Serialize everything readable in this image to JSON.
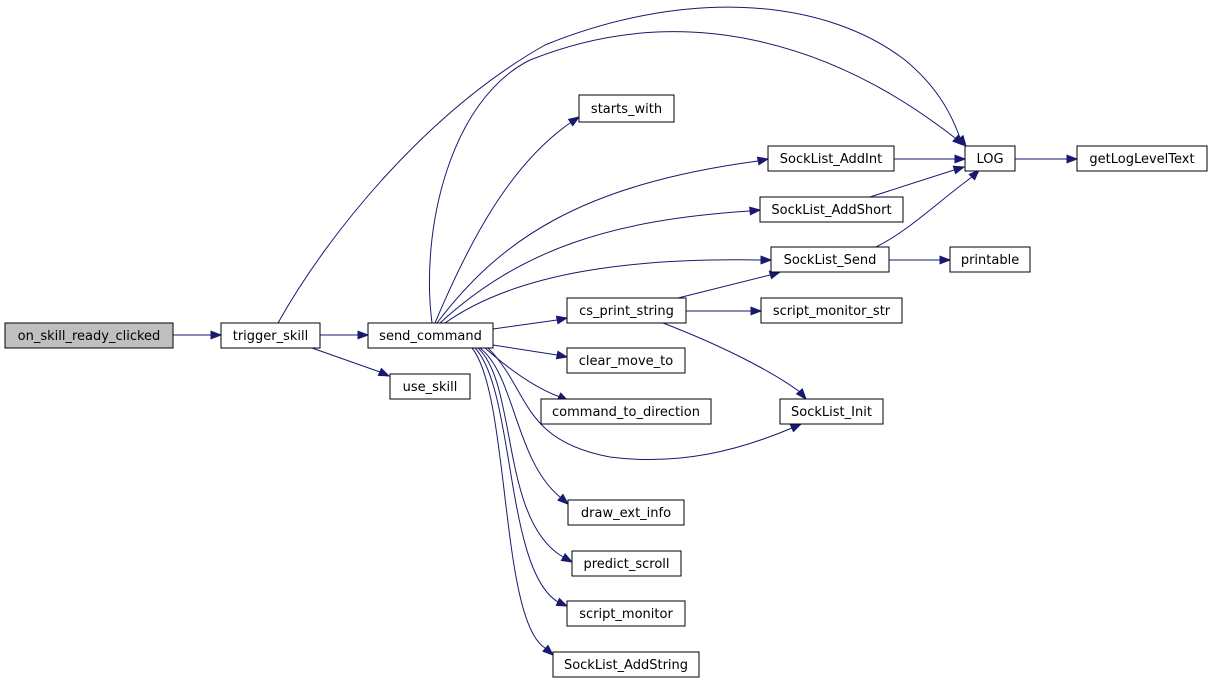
{
  "call_graph": {
    "root": "on_skill_ready_clicked",
    "nodes": [
      {
        "id": "on_skill_ready_clicked",
        "label": "on_skill_ready_clicked",
        "highlighted": true
      },
      {
        "id": "trigger_skill",
        "label": "trigger_skill"
      },
      {
        "id": "send_command",
        "label": "send_command"
      },
      {
        "id": "use_skill",
        "label": "use_skill"
      },
      {
        "id": "LOG",
        "label": "LOG"
      },
      {
        "id": "getLogLevelText",
        "label": "getLogLevelText"
      },
      {
        "id": "starts_with",
        "label": "starts_with"
      },
      {
        "id": "SockList_AddInt",
        "label": "SockList_AddInt"
      },
      {
        "id": "SockList_AddShort",
        "label": "SockList_AddShort"
      },
      {
        "id": "SockList_Send",
        "label": "SockList_Send"
      },
      {
        "id": "printable",
        "label": "printable"
      },
      {
        "id": "cs_print_string",
        "label": "cs_print_string"
      },
      {
        "id": "script_monitor_str",
        "label": "script_monitor_str"
      },
      {
        "id": "clear_move_to",
        "label": "clear_move_to"
      },
      {
        "id": "command_to_direction",
        "label": "command_to_direction"
      },
      {
        "id": "SockList_Init",
        "label": "SockList_Init"
      },
      {
        "id": "draw_ext_info",
        "label": "draw_ext_info"
      },
      {
        "id": "predict_scroll",
        "label": "predict_scroll"
      },
      {
        "id": "script_monitor",
        "label": "script_monitor"
      },
      {
        "id": "SockList_AddString",
        "label": "SockList_AddString"
      }
    ],
    "edges": [
      {
        "from": "on_skill_ready_clicked",
        "to": "trigger_skill"
      },
      {
        "from": "trigger_skill",
        "to": "send_command"
      },
      {
        "from": "trigger_skill",
        "to": "use_skill"
      },
      {
        "from": "trigger_skill",
        "to": "LOG"
      },
      {
        "from": "send_command",
        "to": "LOG"
      },
      {
        "from": "send_command",
        "to": "starts_with"
      },
      {
        "from": "send_command",
        "to": "SockList_AddInt"
      },
      {
        "from": "send_command",
        "to": "SockList_AddShort"
      },
      {
        "from": "send_command",
        "to": "SockList_Send"
      },
      {
        "from": "send_command",
        "to": "cs_print_string"
      },
      {
        "from": "send_command",
        "to": "clear_move_to"
      },
      {
        "from": "send_command",
        "to": "command_to_direction"
      },
      {
        "from": "send_command",
        "to": "SockList_Init"
      },
      {
        "from": "send_command",
        "to": "draw_ext_info"
      },
      {
        "from": "send_command",
        "to": "predict_scroll"
      },
      {
        "from": "send_command",
        "to": "script_monitor"
      },
      {
        "from": "send_command",
        "to": "SockList_AddString"
      },
      {
        "from": "SockList_AddInt",
        "to": "LOG"
      },
      {
        "from": "SockList_AddShort",
        "to": "LOG"
      },
      {
        "from": "SockList_Send",
        "to": "LOG"
      },
      {
        "from": "SockList_Send",
        "to": "printable"
      },
      {
        "from": "LOG",
        "to": "getLogLevelText"
      },
      {
        "from": "cs_print_string",
        "to": "SockList_Send"
      },
      {
        "from": "cs_print_string",
        "to": "script_monitor_str"
      },
      {
        "from": "cs_print_string",
        "to": "SockList_Init"
      }
    ]
  },
  "colors": {
    "edge": "#191970",
    "root_fill": "#bfbfbf",
    "node_fill": "#ffffff",
    "node_stroke": "#000000"
  }
}
